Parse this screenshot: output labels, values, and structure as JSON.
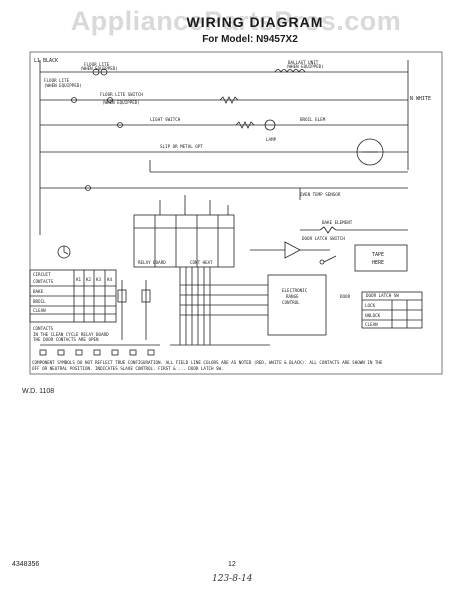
{
  "watermark": "AppliancePartsPros.com",
  "header": {
    "title": "WIRING DIAGRAM",
    "model": "For Model: N9457X2"
  },
  "labels": {
    "black": "L1  BLACK",
    "floor_lite_top": "FLOOR LITE",
    "when_equipped_top": "(WHEN EQUIPPED)",
    "ballast_unit": "BALLAST UNIT",
    "when_equipped_ballast": "(WHEN EQUIPPED)",
    "floor_lite_switch": "FLOOR LITE SWITCH",
    "when_equipped_switch": "(WHEN EQUIPPED)",
    "floor_lite_left": "FLOOR LITE",
    "when_equipped_left": "(WHEN EQUIPPED)",
    "light_switch": "LIGHT SWITCH",
    "broil_element_ref": "BROIL ELEM",
    "metal_option": "SLIP OR METAL OPT",
    "lamp": "LAMP",
    "oven_temp": "OVEN TEMP SENSOR",
    "baked_element": "BAKE ELEMENT",
    "door_latch_switch": "DOOR LATCH SWITCH",
    "tape_here_1": "TAPE",
    "tape_here_2": "HERE",
    "electronic_range_control_1": "ELECTRONIC",
    "electronic_range_control_2": "RANGE",
    "electronic_range_control_3": "CONTROL",
    "door_latch_sw": "DOOR LATCH SW",
    "door": "DOOR",
    "lock": "LOCK",
    "unlock": "UNLOCK",
    "clean": "CLEAN",
    "relay_board": "RELAY BOARD",
    "cont_heat": "CONT HEAT",
    "circuit_header": "CIRCUIT",
    "contacts": "CONTACTS",
    "bake": "BAKE",
    "broil": "BROIL",
    "clean_row": "CLEAN",
    "col_k1": "K1",
    "col_k2": "K2",
    "col_k3": "K3",
    "col_k4": "K4",
    "legend_note": "CONTACTS",
    "footnote_1": "IN THE CLEAN CYCLE RELAY BOARD",
    "footnote_2": "THE DOOR CONTACTS ARE OPEN",
    "neutral": "N  WHITE",
    "component_note": "COMPONENT SYMBOLS DO NOT REFLECT TRUE CONFIGURATION. ALL FIELD LINE COLORS ARE AS NOTED (RED, WHITE & BLACK). ALL CONTACTS ARE SHOWN IN THE",
    "component_note_2": "OFF OR NEUTRAL POSITION.      INDICATES SLAVE CONTROL.      FIRST & ... DOOR LATCH SW."
  },
  "footer": {
    "wd_number": "W.D. 1108",
    "doc_number": "4348356",
    "page_number": "12",
    "handwritten": "123-8-14"
  }
}
